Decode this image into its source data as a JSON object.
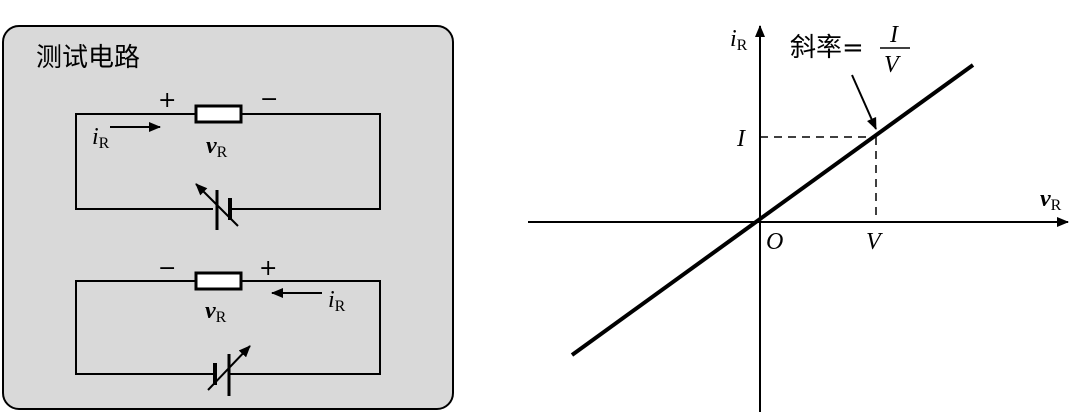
{
  "panel": {
    "title": "测试电路",
    "background": "#d9d9d9",
    "border": "#000000"
  },
  "circuit_top": {
    "plus": "+",
    "minus": "−",
    "current_label": "i",
    "current_sub": "R",
    "voltage_label": "v",
    "voltage_sub": "R"
  },
  "circuit_bottom": {
    "minus": "−",
    "plus": "+",
    "current_label": "i",
    "current_sub": "R",
    "voltage_label": "v",
    "voltage_sub": "R"
  },
  "graph": {
    "y_axis_label": "i",
    "y_axis_sub": "R",
    "x_axis_label": "v",
    "x_axis_sub": "R",
    "origin_label": "O",
    "i_tick_label": "I",
    "v_tick_label": "V",
    "slope_text": "斜率=",
    "slope_numerator": "I",
    "slope_denominator": "V"
  },
  "colors": {
    "ink": "#000000"
  }
}
